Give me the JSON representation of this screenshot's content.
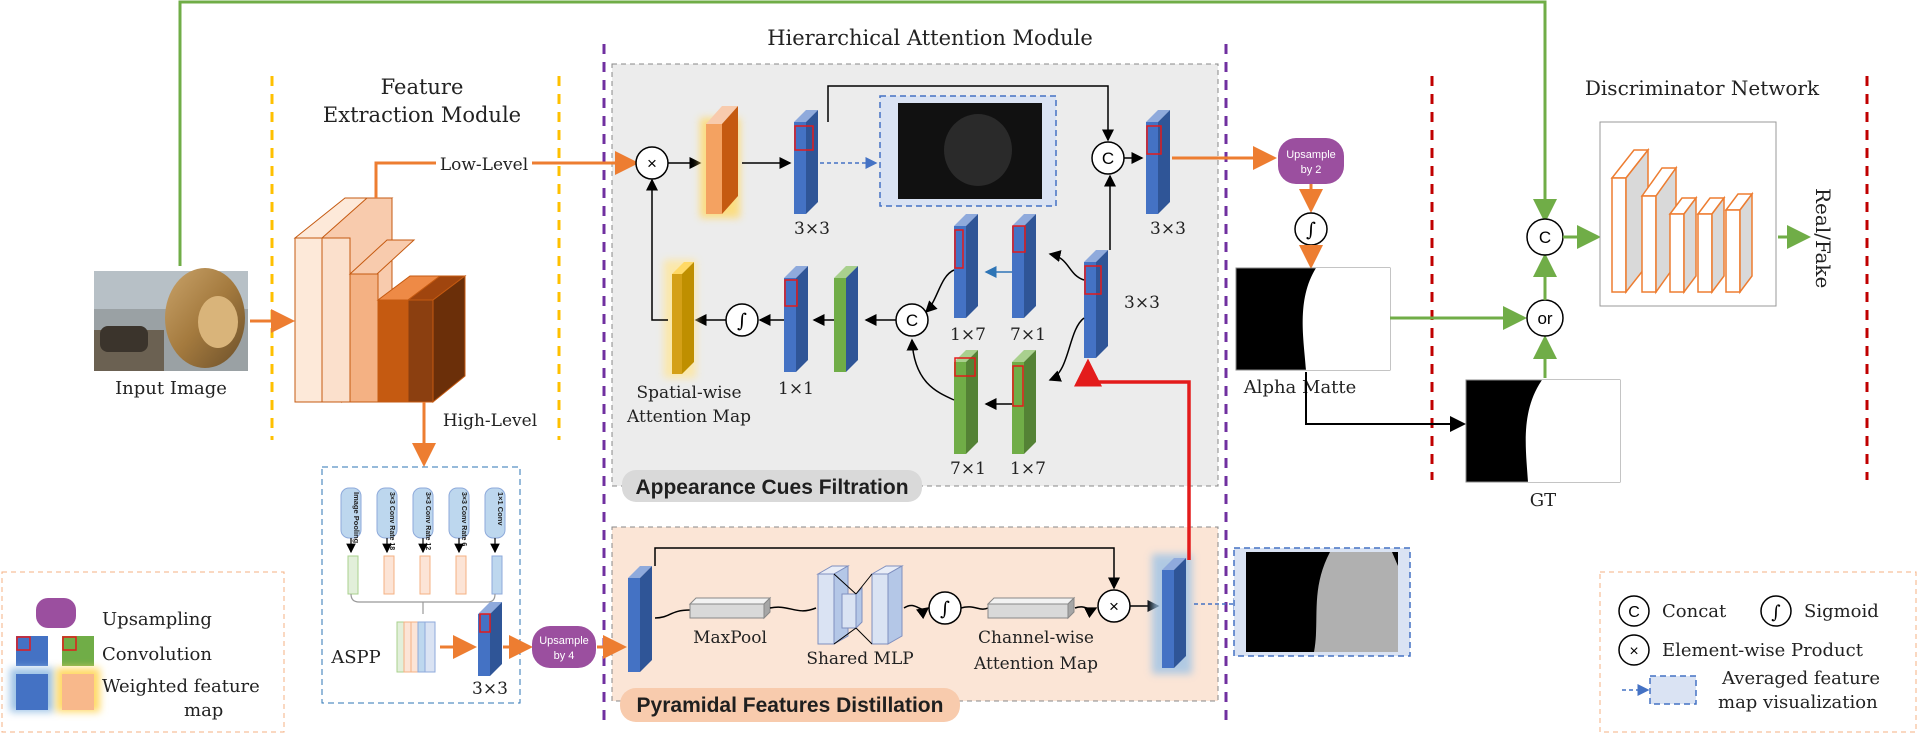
{
  "hierarchical_title": "Hierarchical Attention Module",
  "feature_extraction": {
    "line1": "Feature",
    "line2": "Extraction Module",
    "low_level": "Low-Level",
    "high_level": "High-Level"
  },
  "input_image_label": "Input Image",
  "aspp": {
    "label": "ASPP",
    "branches": [
      "Image Pooling",
      "3×3 Conv Rate 18",
      "3×3 Conv Rate 12",
      "3×3 Conv Rate 6",
      "1×1 Conv"
    ],
    "conv_label": "3×3"
  },
  "upsample_by4": {
    "line1": "Upsample",
    "line2": "by 4"
  },
  "upsample_by2": {
    "line1": "Upsample",
    "line2": "by 2"
  },
  "acf": {
    "title": "Appearance Cues Filtration",
    "conv_3x3_top": "3×3",
    "conv_3x3_right": "3×3",
    "conv_3x3_mid": "3×3",
    "k_1x7_top": "1×7",
    "k_7x1_top": "7×1",
    "k_7x1_bot": "7×1",
    "k_1x7_bot": "1×7",
    "k_1x1": "1×1",
    "spatial_line1": "Spatial-wise",
    "spatial_line2": "Attention Map"
  },
  "pfd": {
    "title": "Pyramidal Features Distillation",
    "maxpool": "MaxPool",
    "shared_mlp": "Shared MLP",
    "channel_line1": "Channel-wise",
    "channel_line2": "Attention Map"
  },
  "alpha_matte_label": "Alpha Matte",
  "gt_label": "GT",
  "discriminator_title": "Discriminator Network",
  "real_fake": "Real/Fake",
  "symbols": {
    "concat": "C",
    "sigmoid": "∫",
    "product": "×",
    "or": "or"
  },
  "legend_left": {
    "upsampling": "Upsampling",
    "convolution": "Convolution",
    "weighted_line1": "Weighted feature",
    "weighted_line2": "map"
  },
  "legend_right": {
    "concat": "Concat",
    "sigmoid": "Sigmoid",
    "product": "Element-wise Product",
    "avg_line1": "Averaged feature",
    "avg_line2": "map visualization"
  },
  "colors": {
    "orange_arrow": "#ed7d31",
    "green_arrow": "#70ad47",
    "blue_block": "#4472c4",
    "green_block": "#70ad47",
    "purple": "#9b4f9f",
    "red": "#e31b1b"
  }
}
